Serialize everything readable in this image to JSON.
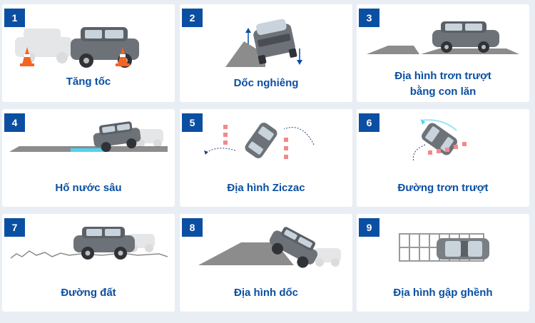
{
  "cards": [
    {
      "number": "1",
      "label": "Tăng tốc",
      "icon": "accelerating-car-icon"
    },
    {
      "number": "2",
      "label": "Dốc nghiêng",
      "icon": "tilted-slope-car-icon"
    },
    {
      "number": "3",
      "label_line1": "Địa hình trơn trượt",
      "label_line2": "bằng con lăn",
      "icon": "roller-slippery-terrain-icon"
    },
    {
      "number": "4",
      "label": "Hố nước sâu",
      "icon": "deep-water-car-icon"
    },
    {
      "number": "5",
      "label": "Địa hình Ziczac",
      "icon": "zigzag-course-icon"
    },
    {
      "number": "6",
      "label": "Đường trơn trượt",
      "icon": "slippery-road-icon"
    },
    {
      "number": "7",
      "label": "Đường đất",
      "icon": "dirt-road-car-icon"
    },
    {
      "number": "8",
      "label": "Địa hình dốc",
      "icon": "steep-slope-car-icon"
    },
    {
      "number": "9",
      "label": "Địa hình gập ghềnh",
      "icon": "bumpy-terrain-icon"
    }
  ],
  "colors": {
    "background": "#e9eef4",
    "card": "#ffffff",
    "badge": "#0b4fa2",
    "label": "#0b4fa2",
    "cone": "#f26522",
    "water": "#4fd3ee",
    "ground": "#8c8c8c",
    "car": "#6d7278"
  }
}
